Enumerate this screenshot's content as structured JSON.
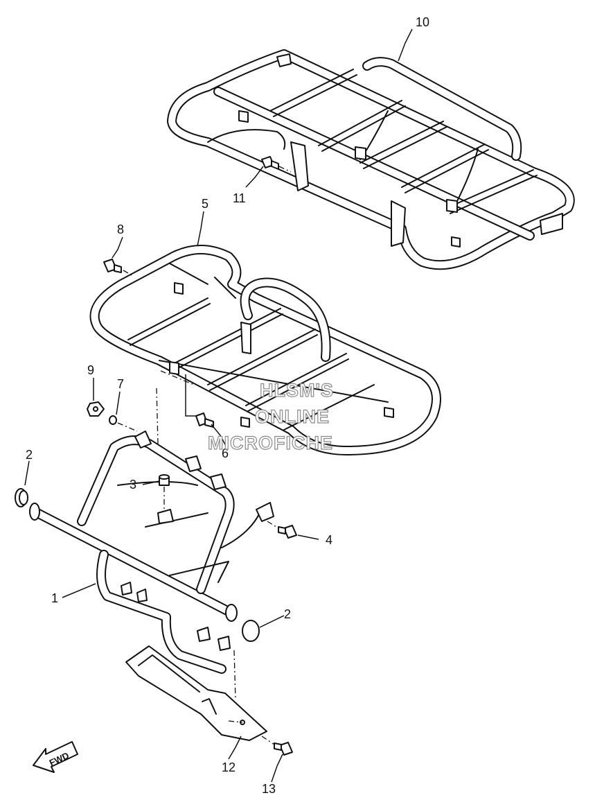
{
  "callouts": {
    "c1": "1",
    "c2a": "2",
    "c2b": "2",
    "c3": "3",
    "c4": "4",
    "c5": "5",
    "c6": "6",
    "c7": "7",
    "c8": "8",
    "c9": "9",
    "c10": "10",
    "c11": "11",
    "c12": "12",
    "c13": "13"
  },
  "watermark": {
    "line1": "HLSM'S",
    "line2": "ONLINE",
    "line3": "MICROFICHE"
  },
  "direction_badge": {
    "label": "FWD"
  },
  "colors": {
    "line": "#111111",
    "background": "#ffffff",
    "watermark_outline": "#8a8a8a"
  }
}
